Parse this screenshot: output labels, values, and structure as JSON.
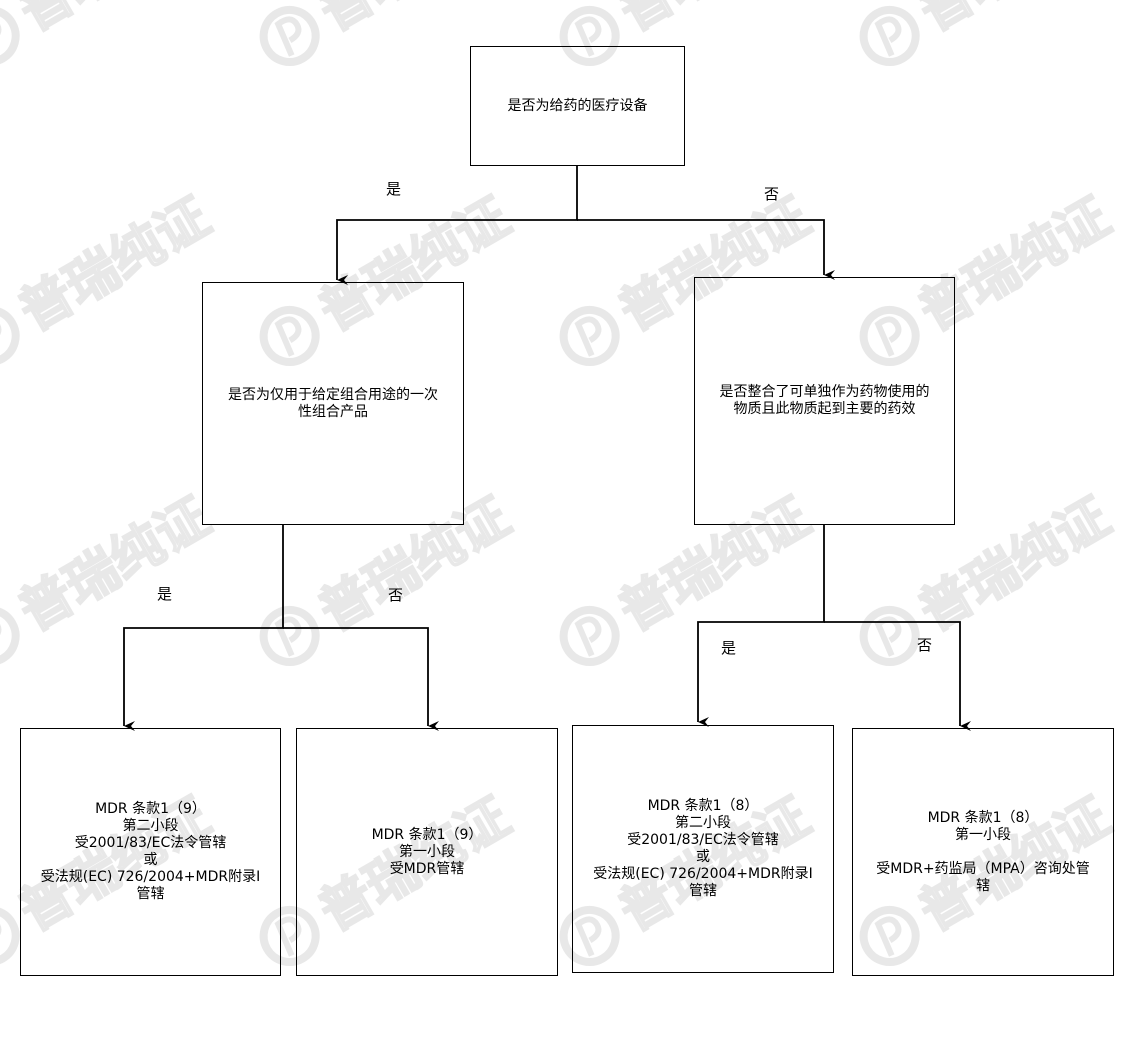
{
  "watermark_text": "普瑞纯证",
  "nodes": {
    "root": "是否为给药的医疗设备",
    "left_question": "是否为仅用于给定组合用途的一次\n性组合产品",
    "right_question": "是否整合了可单独作为药物使用的\n物质且此物质起到主要的药效",
    "outcome_1": "MDR 条款1（9）\n第二小段\n受2001/83/EC法令管辖\n或\n受法规(EC) 726/2004+MDR附录I\n管辖",
    "outcome_2": "MDR 条款1（9）\n第一小段\n受MDR管辖",
    "outcome_3": "MDR 条款1（8）\n第二小段\n受2001/83/EC法令管辖\n或\n受法规(EC) 726/2004+MDR附录I\n管辖",
    "outcome_4": "MDR 条款1（8）\n第一小段\n\n受MDR+药监局（MPA）咨询处管\n辖"
  },
  "edge_labels": {
    "root_yes": "是",
    "root_no": "否",
    "left_yes": "是",
    "left_no": "否",
    "right_yes": "是",
    "right_no": "否"
  }
}
